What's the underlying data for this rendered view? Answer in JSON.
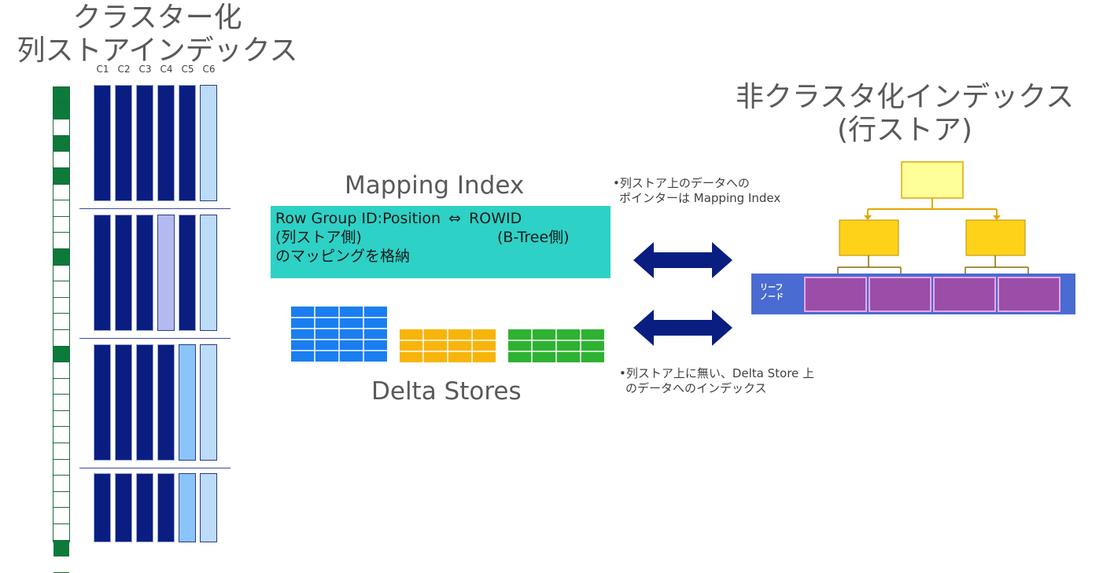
{
  "left_title": {
    "line1": "クラスター化",
    "line2": "列ストアインデックス"
  },
  "column_labels": [
    "C1",
    "C2",
    "C3",
    "C4",
    "C5",
    "C6"
  ],
  "right_title": {
    "line1": "非クラスタ化インデックス",
    "line2": "(行ストア)"
  },
  "mapping": {
    "title": "Mapping Index",
    "line1_left": "Row Group ID:Position",
    "arrow": "⇔",
    "line1_right": "ROWID",
    "line2_left": "(列ストア側)",
    "line2_right": "(B-Tree側)",
    "line3": "のマッピングを格納"
  },
  "delta": {
    "title": "Delta Stores"
  },
  "notes": {
    "pointer_line1": "•列ストア上のデータへの",
    "pointer_line2": "ポインターは Mapping Index",
    "delta_line1": "•列ストア上に無い、Delta Store 上",
    "delta_line2": "のデータへのインデックス"
  },
  "leaf_label": {
    "line1": "リーフ",
    "line2": "ノード"
  },
  "colors": {
    "dark_col": "#0a1e82",
    "medium_col": "#8ac4f8",
    "light_col": "#bcdcf8",
    "lavender_col": "#b4baf0",
    "bitmap_on": "#0b7a3b",
    "mapping_bg": "#2ed1c5",
    "arrow": "#0a1e82",
    "root_node": "#ffff99",
    "branch_node": "#ffd21a",
    "leaf_bar": "#4a6bd1",
    "leaf_cell": "#9b4ea8",
    "delta_blue": "#1a7ef0",
    "delta_orange": "#f7b50b",
    "delta_green": "#2eb232"
  }
}
